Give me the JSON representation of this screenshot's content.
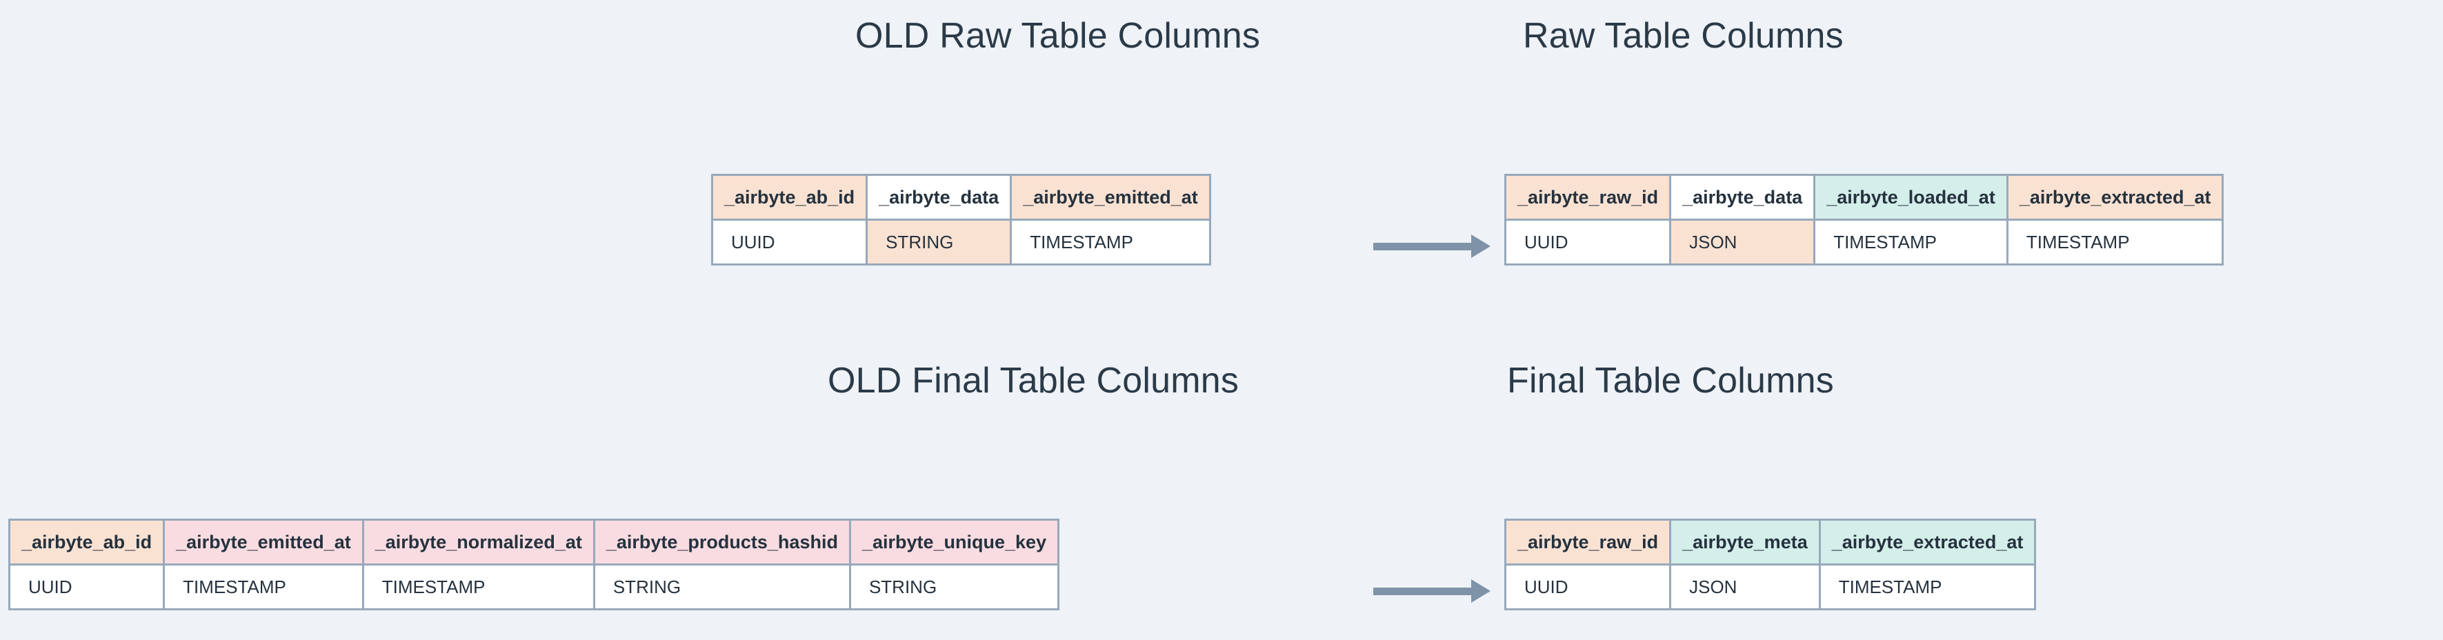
{
  "palette": {
    "background": "#eff2f6",
    "border": "#97a9bb",
    "text": "#25323e",
    "title_text": "#2b3a48",
    "arrow": "#7e93a8",
    "peach": "#fae2d3",
    "pink": "#f9dce1",
    "teal": "#d4eeea",
    "white": "#ffffff"
  },
  "sections": {
    "old_raw_title": "OLD Raw Table Columns",
    "new_raw_title": "Raw Table Columns",
    "old_final_title": "OLD Final Table Columns",
    "new_final_title": "Final Table Columns"
  },
  "arrows": {
    "raw": "arrow-right",
    "final": "arrow-right"
  },
  "tables": {
    "old_raw": {
      "name": "OLD Raw Table Columns",
      "columns": [
        {
          "header": "_airbyte_ab_id",
          "header_fill": "peach",
          "value": "UUID",
          "value_fill": "white"
        },
        {
          "header": "_airbyte_data",
          "header_fill": "white",
          "value": "STRING",
          "value_fill": "peach"
        },
        {
          "header": "_airbyte_emitted_at",
          "header_fill": "peach",
          "value": "TIMESTAMP",
          "value_fill": "white"
        }
      ]
    },
    "new_raw": {
      "name": "Raw Table Columns",
      "columns": [
        {
          "header": "_airbyte_raw_id",
          "header_fill": "peach",
          "value": "UUID",
          "value_fill": "white"
        },
        {
          "header": "_airbyte_data",
          "header_fill": "white",
          "value": "JSON",
          "value_fill": "peach"
        },
        {
          "header": "_airbyte_loaded_at",
          "header_fill": "teal",
          "value": "TIMESTAMP",
          "value_fill": "white"
        },
        {
          "header": "_airbyte_extracted_at",
          "header_fill": "peach",
          "value": "TIMESTAMP",
          "value_fill": "white"
        }
      ]
    },
    "old_final": {
      "name": "OLD Final Table Columns",
      "columns": [
        {
          "header": "_airbyte_ab_id",
          "header_fill": "peach",
          "value": "UUID",
          "value_fill": "white"
        },
        {
          "header": "_airbyte_emitted_at",
          "header_fill": "pink",
          "value": "TIMESTAMP",
          "value_fill": "white"
        },
        {
          "header": "_airbyte_normalized_at",
          "header_fill": "pink",
          "value": "TIMESTAMP",
          "value_fill": "white"
        },
        {
          "header": "_airbyte_products_hashid",
          "header_fill": "pink",
          "value": "STRING",
          "value_fill": "white"
        },
        {
          "header": "_airbyte_unique_key",
          "header_fill": "pink",
          "value": "STRING",
          "value_fill": "white"
        }
      ]
    },
    "new_final": {
      "name": "Final Table Columns",
      "columns": [
        {
          "header": "_airbyte_raw_id",
          "header_fill": "peach",
          "value": "UUID",
          "value_fill": "white"
        },
        {
          "header": "_airbyte_meta",
          "header_fill": "teal",
          "value": "JSON",
          "value_fill": "white"
        },
        {
          "header": "_airbyte_extracted_at",
          "header_fill": "teal",
          "value": "TIMESTAMP",
          "value_fill": "white"
        }
      ]
    }
  }
}
